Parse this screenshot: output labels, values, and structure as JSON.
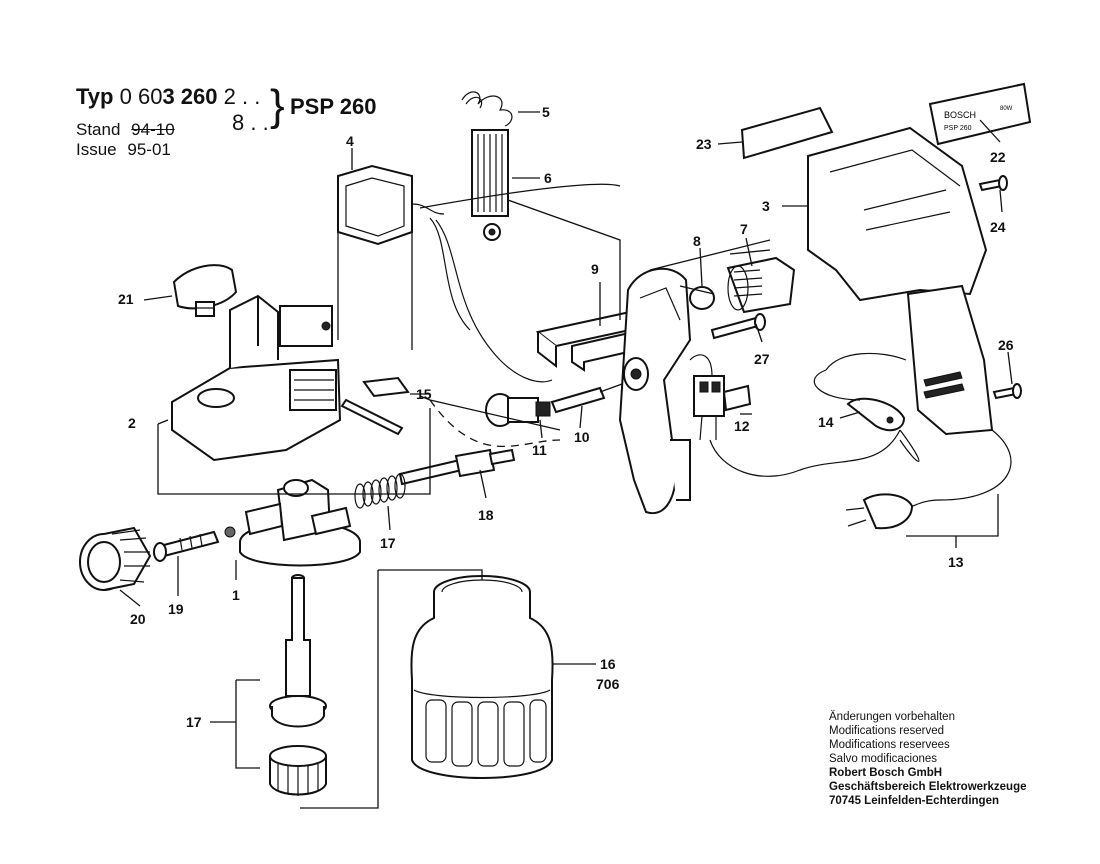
{
  "header": {
    "typ_prefix": "Typ",
    "typ_number_light": "0 60",
    "typ_number_bold": "3 260",
    "variant_1": "2 . .",
    "variant_2": "8 . .",
    "model": "PSP 260",
    "stand_label": "Stand",
    "stand_value_struck": "94-10",
    "issue_label": "Issue",
    "issue_value": "95-01"
  },
  "nameplate": {
    "brand": "BOSCH",
    "model": "PSP 260",
    "power": "80W"
  },
  "callouts": [
    "1",
    "2",
    "3",
    "4",
    "5",
    "6",
    "7",
    "8",
    "9",
    "10",
    "11",
    "12",
    "13",
    "14",
    "15",
    "16",
    "706",
    "17",
    "18",
    "19",
    "20",
    "21",
    "22",
    "23",
    "24",
    "26",
    "26",
    "27"
  ],
  "notes": {
    "line1": "Änderungen vorbehalten",
    "line2": "Modifications reserved",
    "line3": "Modifications reservees",
    "line4": "Salvo modificaciones",
    "line5": "Robert Bosch GmbH",
    "line6": "Geschäftsbereich Elektrowerkzeuge",
    "line7": "70745 Leinfelden-Echterdingen"
  }
}
